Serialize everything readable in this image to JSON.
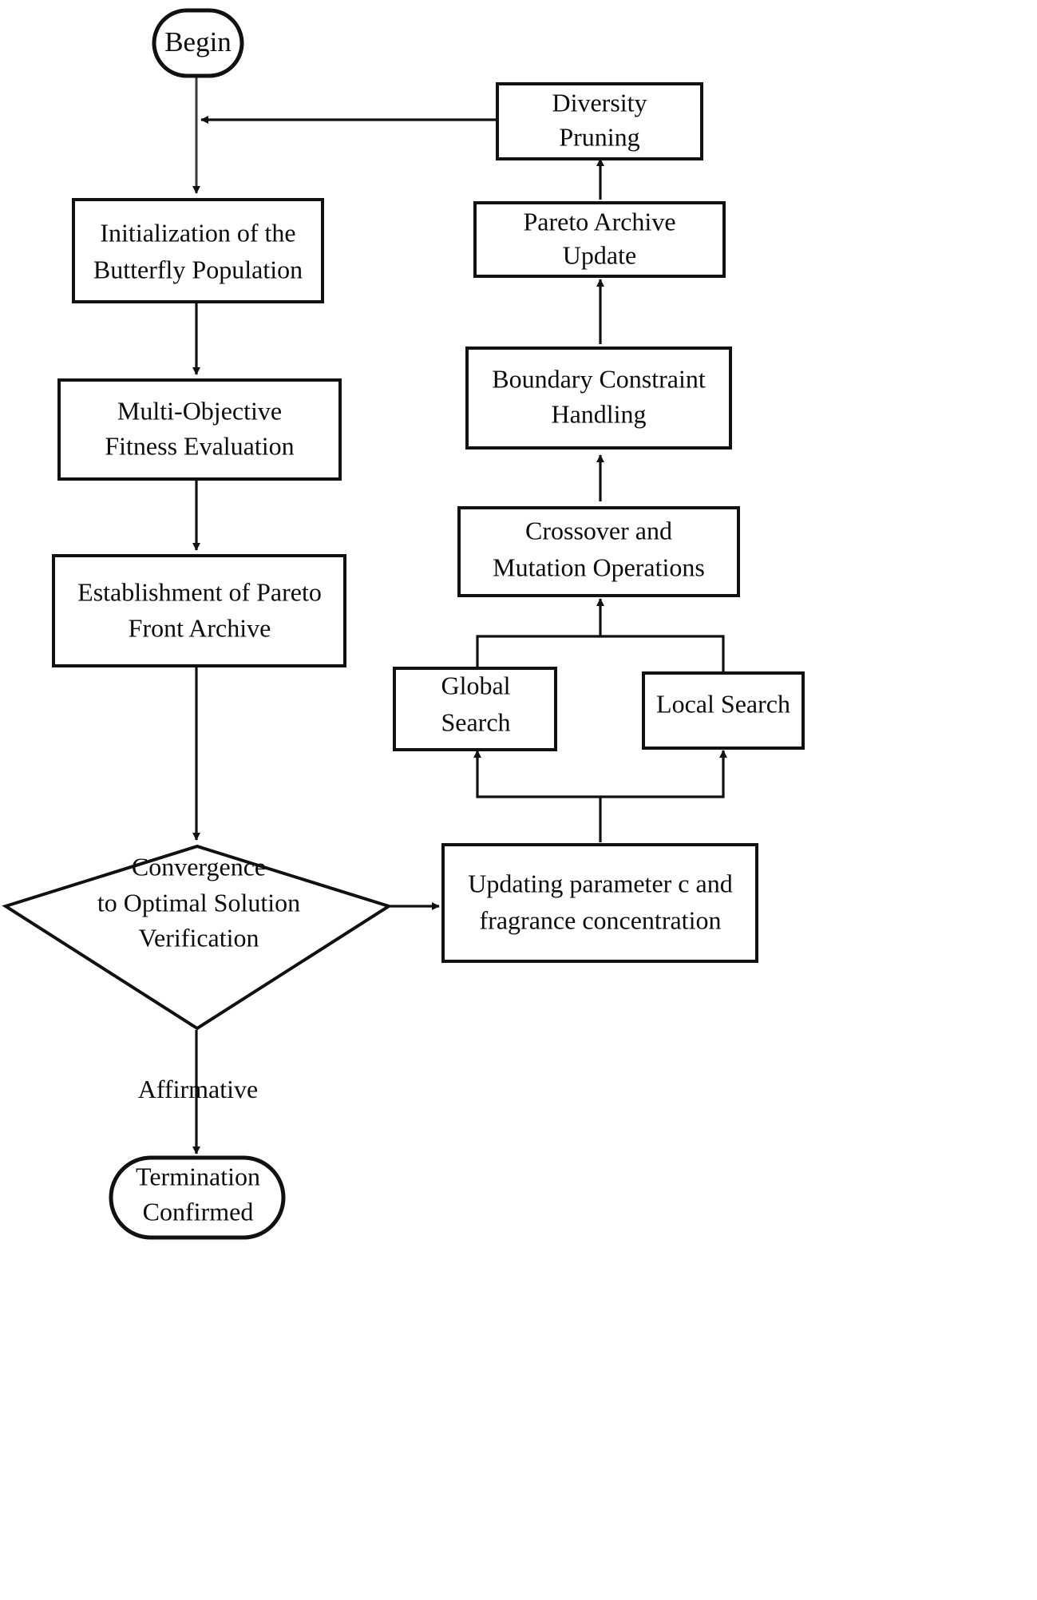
{
  "diagram": {
    "title": "Multi-Objective Butterfly Optimization Algorithm Flowchart",
    "background_color": "#ffffff",
    "line_color": "#111111",
    "text_color": "#0d0d0d"
  },
  "nodes": {
    "begin": {
      "label": "Begin",
      "shape": "terminal"
    },
    "initialization": {
      "line1": "Initialization of the",
      "line2": "Butterfly Population",
      "shape": "process"
    },
    "fitness": {
      "line1": "Multi-Objective",
      "line2": "Fitness Evaluation",
      "shape": "process"
    },
    "archive": {
      "line1": "Establishment of Pareto",
      "line2": "Front Archive",
      "shape": "process"
    },
    "convergence": {
      "line1": "Convergence",
      "line2": "to Optimal Solution",
      "line3": "Verification",
      "shape": "decision"
    },
    "termination": {
      "line1": "Termination",
      "line2": "Confirmed",
      "shape": "terminal"
    },
    "updating": {
      "line1": "Updating parameter c and",
      "line2": "fragrance concentration",
      "shape": "process"
    },
    "global_search": {
      "line1": "Global",
      "line2": "Search",
      "shape": "process"
    },
    "local_search": {
      "line1": "Local Search",
      "shape": "process"
    },
    "crossover": {
      "line1": "Crossover and",
      "line2": "Mutation Operations",
      "shape": "process"
    },
    "boundary": {
      "line1": "Boundary Constraint",
      "line2": "Handling",
      "shape": "process"
    },
    "pareto_update": {
      "line1": "Pareto Archive",
      "line2": "Update",
      "shape": "process"
    },
    "diversity": {
      "line1": "Diversity",
      "line2": "Pruning",
      "shape": "process"
    }
  },
  "edge_labels": {
    "affirmative": "Affirmative"
  }
}
